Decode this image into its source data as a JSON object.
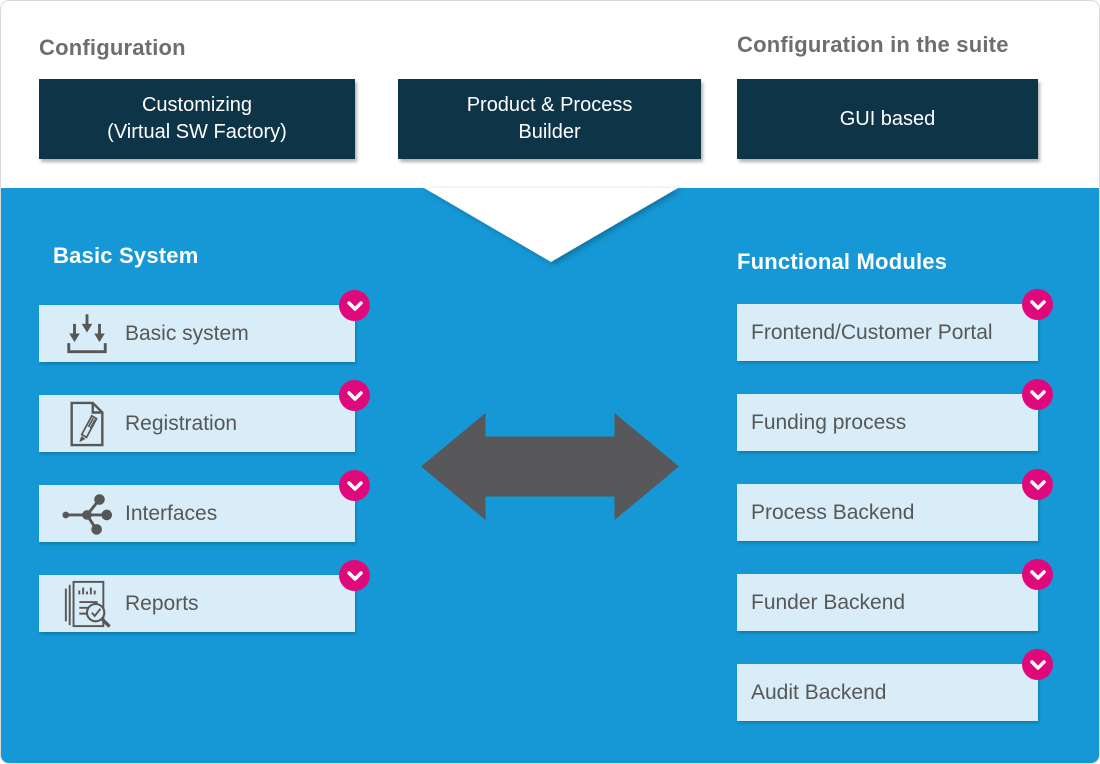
{
  "header": {
    "left_label": "Configuration",
    "right_label": "Configuration in the suite",
    "boxes": [
      {
        "label": "Customizing\n(Virtual SW Factory)"
      },
      {
        "label": "Product & Process\nBuilder"
      },
      {
        "label": "GUI based"
      }
    ]
  },
  "basic_system": {
    "title": "Basic System",
    "items": [
      {
        "label": "Basic system",
        "icon": "download-tray-icon"
      },
      {
        "label": "Registration",
        "icon": "document-pencil-icon"
      },
      {
        "label": "Interfaces",
        "icon": "network-nodes-icon"
      },
      {
        "label": "Reports",
        "icon": "report-magnifier-icon"
      }
    ]
  },
  "functional_modules": {
    "title": "Functional Modules",
    "items": [
      {
        "label": "Frontend/Customer Portal"
      },
      {
        "label": "Funding process"
      },
      {
        "label": "Process Backend"
      },
      {
        "label": "Funder Backend"
      },
      {
        "label": "Audit Backend"
      }
    ]
  },
  "badge": {
    "icon": "chevron-down-icon"
  },
  "colors": {
    "background_blue": "#1598d5",
    "dark_box": "#0e3447",
    "light_box": "#d9edf9",
    "badge_magenta": "#e0097c",
    "arrow_gray": "#58585a",
    "heading_gray": "#6e6e6e",
    "item_text": "#575756"
  }
}
